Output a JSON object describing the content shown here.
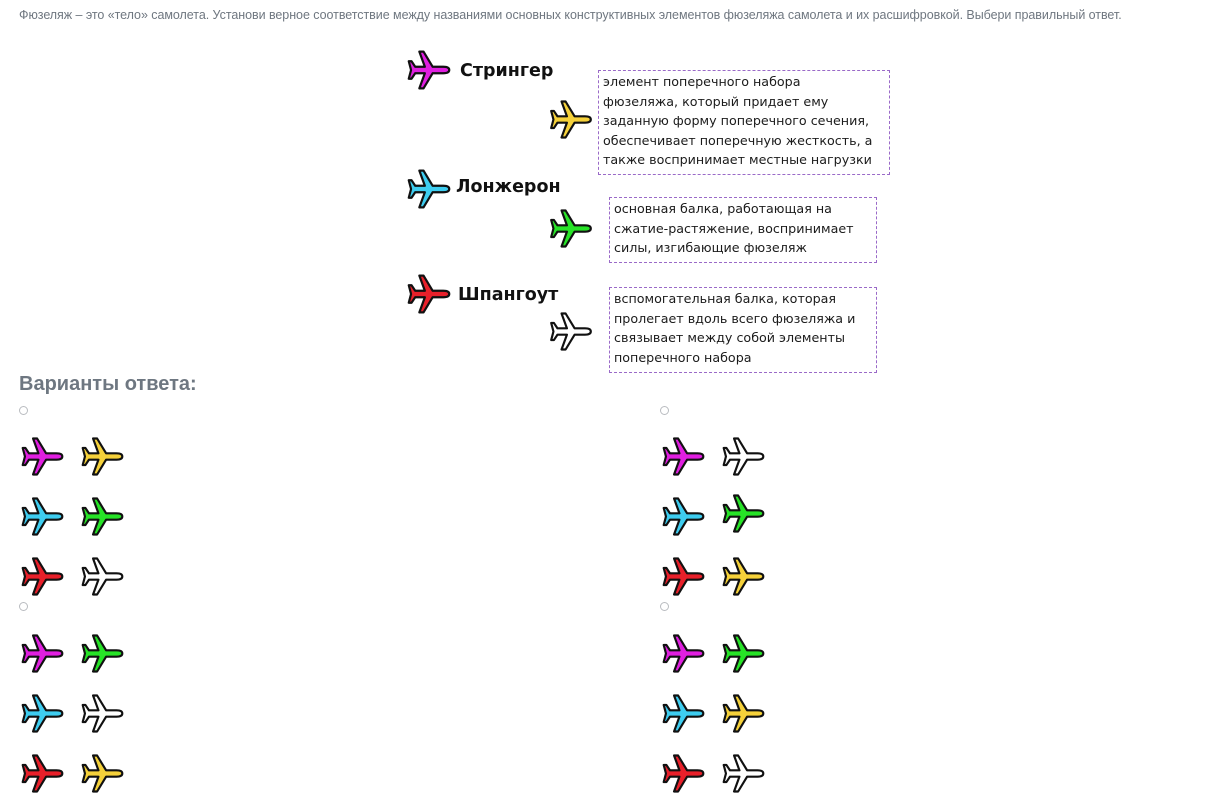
{
  "question": {
    "text": "Фюзеляж – это «тело» самолета. Установи верное соответствие между названиями основных конструктивных элементов фюзеляжа самолета и их расшифровкой. Выбери правильный ответ."
  },
  "colors": {
    "magenta": "#e01fe0",
    "cyan": "#3ecdf0",
    "red": "#e8202a",
    "yellow": "#f5d13a",
    "green": "#27e327",
    "white": "#ffffff",
    "box_border": "#9a6ac8",
    "muted_text": "#6e7781"
  },
  "terms": [
    {
      "label": "Стрингер",
      "icon": "magenta-plane-icon"
    },
    {
      "label": "Лонжерон",
      "icon": "cyan-plane-icon"
    },
    {
      "label": "Шпангоут",
      "icon": "red-plane-icon"
    }
  ],
  "definitions": [
    {
      "icon": "yellow-plane-icon",
      "lines": [
        "элемент поперечного набора",
        "фюзеляжа, который придает ему",
        "заданную форму поперечного сечения,",
        "обеспечивает поперечную жесткость, а",
        "также воспринимает местные нагрузки"
      ]
    },
    {
      "icon": "green-plane-icon",
      "lines": [
        "основная балка, работающая на",
        "сжатие-растяжение, воспринимает",
        "силы, изгибающие фюзеляж"
      ]
    },
    {
      "icon": "white-plane-icon",
      "lines": [
        "вспомогательная балка, которая",
        "пролегает вдоль всего фюзеляжа и",
        "связывает между собой элементы",
        "поперечного набора"
      ]
    }
  ],
  "answers": {
    "heading": "Варианты ответа:",
    "options": [
      {
        "pairs": [
          [
            "magenta",
            "yellow"
          ],
          [
            "cyan",
            "green"
          ],
          [
            "red",
            "white"
          ]
        ]
      },
      {
        "pairs": [
          [
            "magenta",
            "white"
          ],
          [
            "cyan",
            "green"
          ],
          [
            "red",
            "yellow"
          ]
        ]
      },
      {
        "pairs": [
          [
            "magenta",
            "green"
          ],
          [
            "cyan",
            "white"
          ],
          [
            "red",
            "yellow"
          ]
        ]
      },
      {
        "pairs": [
          [
            "magenta",
            "green"
          ],
          [
            "cyan",
            "yellow"
          ],
          [
            "red",
            "white"
          ]
        ]
      }
    ]
  }
}
